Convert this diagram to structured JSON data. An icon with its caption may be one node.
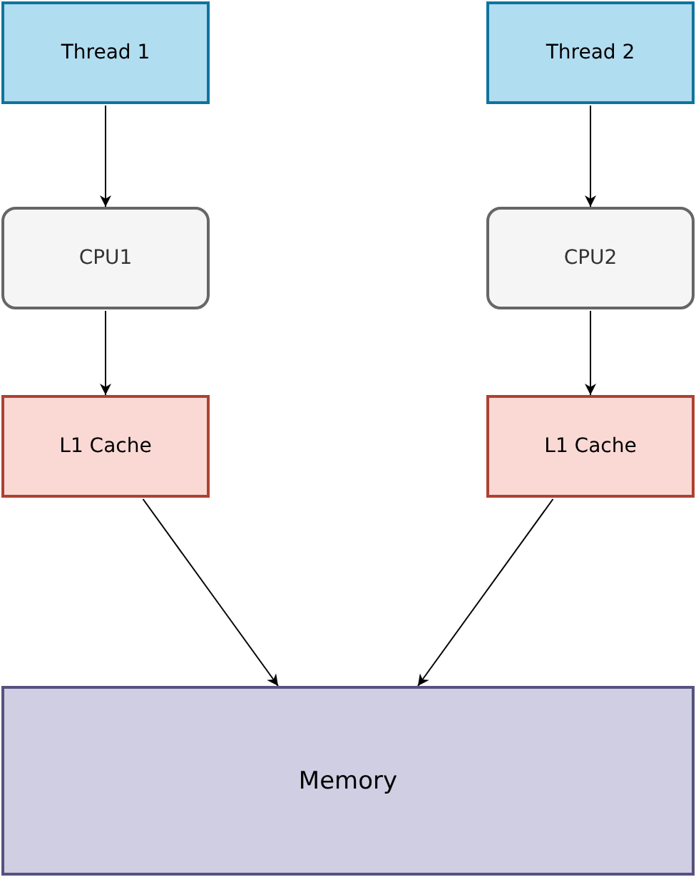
{
  "diagram": {
    "nodes": [
      {
        "text": [
          "Thread 1"
        ]
      },
      {
        "text": [
          "Thread 2"
        ]
      },
      {
        "text": [
          "CPU1"
        ]
      },
      {
        "text": [
          "CPU2"
        ]
      },
      {
        "text": [
          "L1 Cache"
        ]
      },
      {
        "text": [
          "L1 Cache"
        ]
      },
      {
        "text": [
          "Memory"
        ]
      }
    ],
    "edges": [
      {
        "from": 0,
        "to": 2,
        "arrow": "to"
      },
      {
        "from": 1,
        "to": 3,
        "arrow": "to"
      },
      {
        "from": 2,
        "to": 4,
        "arrow": "to"
      },
      {
        "from": 3,
        "to": 5,
        "arrow": "to"
      },
      {
        "from": 4,
        "to": 6,
        "arrow": "to"
      },
      {
        "from": 5,
        "to": 6,
        "arrow": "to"
      }
    ]
  }
}
